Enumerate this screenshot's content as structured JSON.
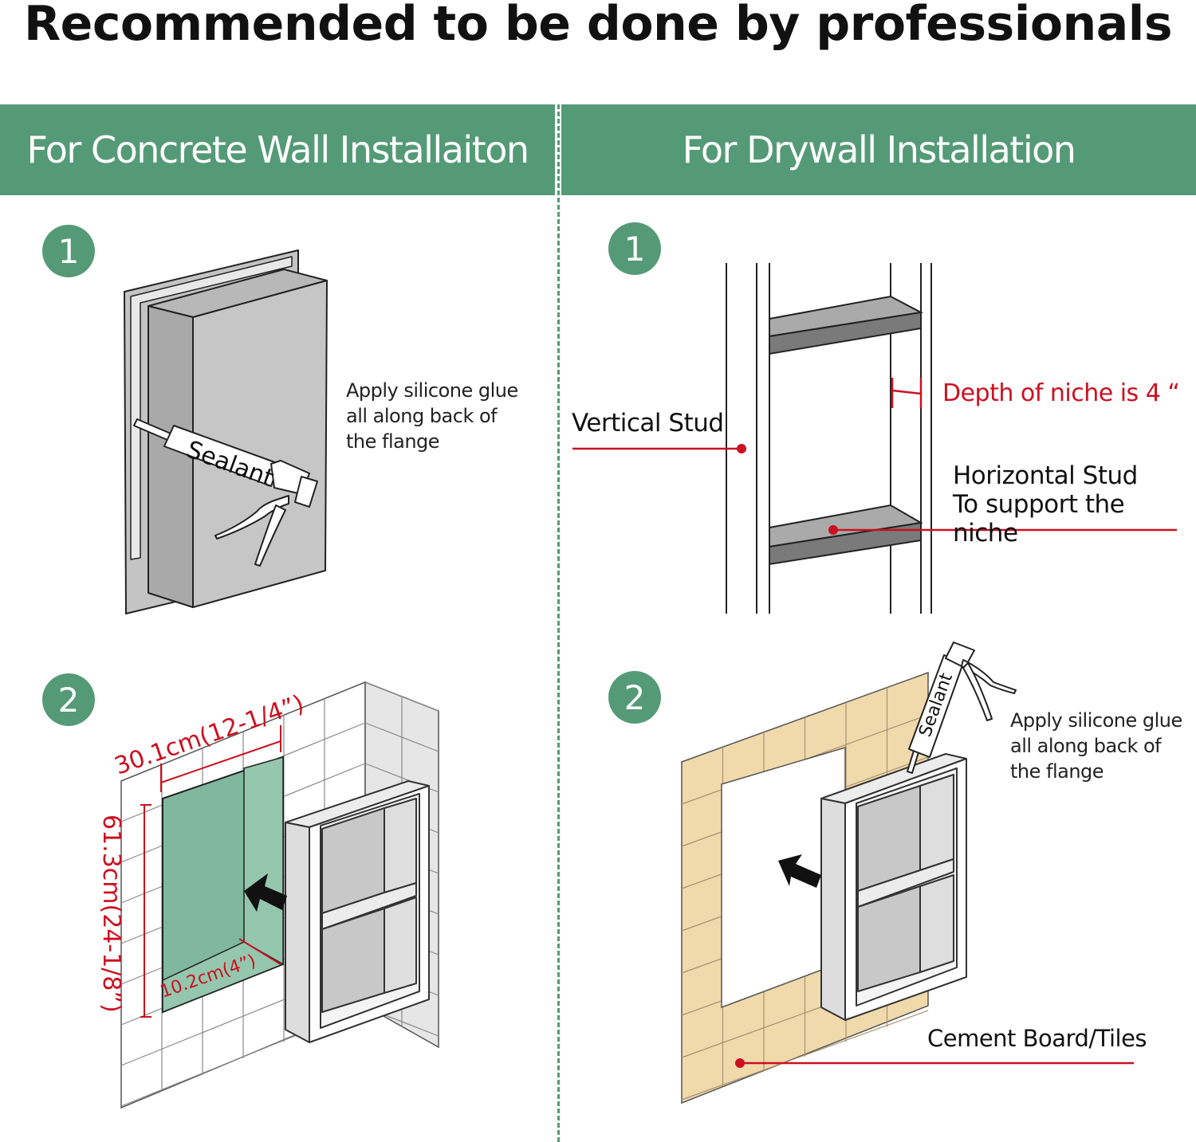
{
  "title": "Recommended to be done by professionals",
  "left_panel": {
    "heading": "For Concrete Wall Installaiton",
    "step1": {
      "number": "1",
      "sealant_label": "Sealant",
      "note_lines": [
        "Apply silicone glue",
        "all along back of",
        "the flange"
      ]
    },
    "step2": {
      "number": "2",
      "width_label": "30.1cm(12-1/4”)",
      "height_label": "61.3cm(24-1/8”)",
      "depth_label": "10.2cm(4”)"
    }
  },
  "right_panel": {
    "heading": "For Drywall Installation",
    "step1": {
      "number": "1",
      "vertical_stud": "Vertical Stud",
      "depth_note": "Depth of niche is 4 “",
      "horizontal_stud_lines": [
        "Horizontal Stud",
        "To support the niche"
      ]
    },
    "step2": {
      "number": "2",
      "sealant_label": "Sealant",
      "note_lines": [
        "Apply silicone glue",
        "all along back of",
        "the flange"
      ],
      "cement_label": "Cement Board/Tiles"
    }
  },
  "colors": {
    "brand_green": "#559a77",
    "wall_green": "#7fb89e",
    "accent_red": "#cc1020",
    "tile_tan": "#f0d9ab",
    "niche_grey": "#c8c8c8"
  }
}
